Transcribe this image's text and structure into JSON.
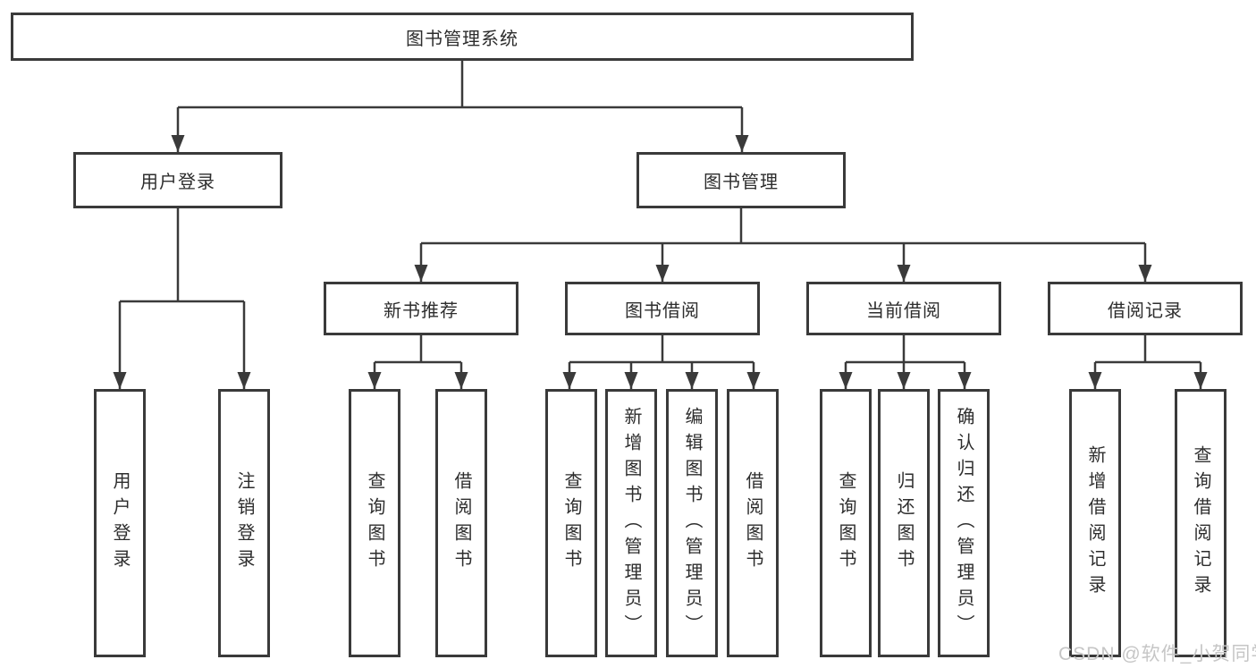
{
  "diagram_title": "图书管理系统",
  "tree": {
    "root": "图书管理系统",
    "branches": [
      {
        "label": "用户登录",
        "children": [
          "用户登录",
          "注销登录"
        ]
      },
      {
        "label": "图书管理",
        "groups": [
          {
            "label": "新书推荐",
            "children": [
              "查询图书",
              "借阅图书"
            ]
          },
          {
            "label": "图书借阅",
            "children": [
              "查询图书",
              "新增图书（管理员）",
              "编辑图书（管理员）",
              "借阅图书"
            ]
          },
          {
            "label": "当前借阅",
            "children": [
              "查询图书",
              "归还图书",
              "确认归还（管理员）"
            ]
          },
          {
            "label": "借阅记录",
            "children": [
              "新增借阅记录",
              "查询借阅记录"
            ]
          }
        ]
      }
    ]
  },
  "watermark": "CSDN @软件_小贺同学",
  "colors": {
    "background": "#ffffff",
    "line": "#3a3a3a",
    "text": "#2d2d2d",
    "watermark": "#c6c6c6"
  }
}
